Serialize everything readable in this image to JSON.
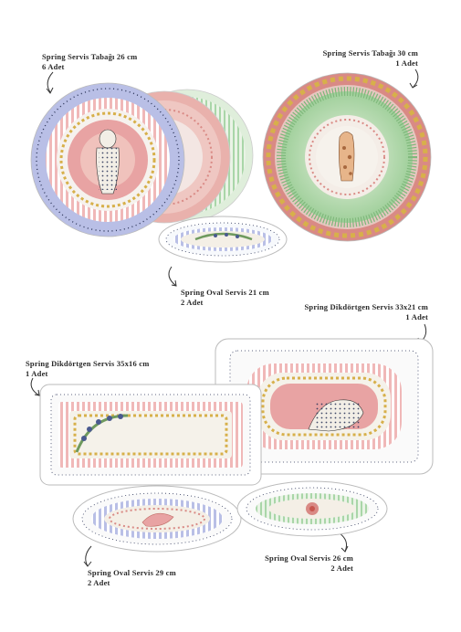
{
  "labels": {
    "plate26": {
      "name": "Spring Servis Tabağı 26 cm",
      "qty": "6 Adet"
    },
    "plate30": {
      "name": "Spring Servis Tabağı 30 cm",
      "qty": "1 Adet"
    },
    "oval21": {
      "name": "Spring Oval Servis 21 cm",
      "qty": "2 Adet"
    },
    "rect33": {
      "name": "Spring Dikdörtgen Servis 33x21 cm",
      "qty": "1 Adet"
    },
    "rect35": {
      "name": "Spring Dikdörtgen Servis 35x16 cm",
      "qty": "1 Adet"
    },
    "oval29": {
      "name": "Spring Oval Servis 29 cm",
      "qty": "2 Adet"
    },
    "oval26": {
      "name": "Spring Oval Servis 26 cm",
      "qty": "2 Adet"
    }
  },
  "colors": {
    "pink": "#e8a3a3",
    "salmon": "#d98a85",
    "lavender": "#b9bfe6",
    "mint": "#a9d6a8",
    "navy": "#2c3559",
    "mustard": "#d7b04a",
    "green": "#6f9a5e",
    "blueberry": "#4a5a8f"
  },
  "icons": [
    "arrow-icon"
  ]
}
